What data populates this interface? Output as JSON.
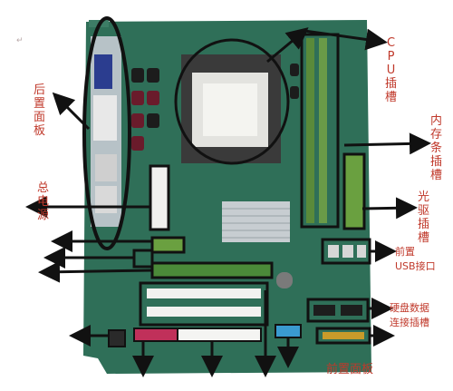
{
  "labels": {
    "cpu": "CPU插槽",
    "memory": "内存条插槽",
    "rear_panel": "后置面板",
    "power": "总电源",
    "optical": "光驱插槽",
    "front_usb_1": "前置",
    "front_usb_2": "USB接口",
    "hdd_1": "硬盘数据",
    "hdd_2": "连接插槽",
    "front_panel": "前置面板"
  },
  "colors": {
    "label": "#c0392b",
    "pcb": "#2f6f58",
    "outline": "#111111"
  }
}
